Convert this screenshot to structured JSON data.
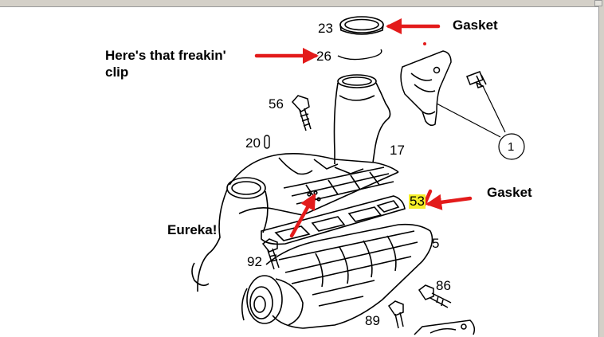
{
  "annotations": {
    "gasket_top": "Gasket",
    "clip_note": "Here's that freakin'\nclip",
    "gasket_right": "Gasket",
    "eureka": "Eureka!"
  },
  "callouts": {
    "c23": "23",
    "c26": "26",
    "c56": "56",
    "c20": "20",
    "c17": "17",
    "c1": "1",
    "c53": "53",
    "c5": "5",
    "c92": "92",
    "c86": "86",
    "c89": "89"
  },
  "colors": {
    "arrow": "#e31b1b",
    "highlight": "#f4ee2a",
    "line_art": "#000000",
    "frame": "#d4d0c8"
  },
  "icons": {
    "arrow": "red-arrow-icon"
  }
}
